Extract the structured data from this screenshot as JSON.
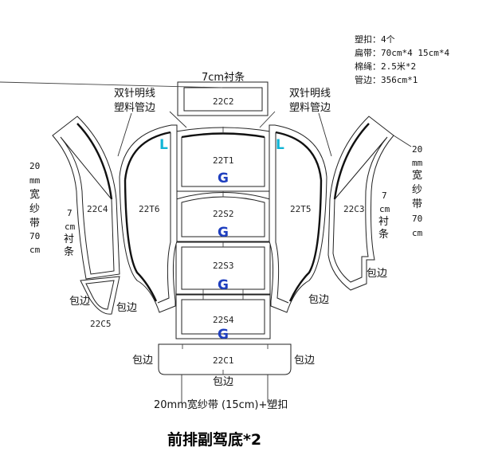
{
  "title": "前排副驾底*2",
  "notes": [
    "塑扣：4个",
    "扁带：70cm*4  15cm*4",
    "棉绳：2.5米*2",
    "管边：356cm*1"
  ],
  "pieces": {
    "c2": "22C2",
    "t1": "22T1",
    "s2": "22S2",
    "s3": "22S3",
    "s4": "22S4",
    "c1": "22C1",
    "t6": "22T6",
    "t5": "22T5",
    "c4": "22C4",
    "c3": "22C3",
    "c5": "22C5"
  },
  "marks": {
    "g": "G",
    "l": "L"
  },
  "labels": {
    "lining_7cm_top": "7cm衬条",
    "seam_left_1": "双针明线",
    "seam_left_2": "塑料管边",
    "seam_right_1": "双针明线",
    "seam_right_2": "塑料管边",
    "tape_left": [
      "20",
      "mm",
      "宽",
      "纱",
      "带",
      "70",
      "cm"
    ],
    "tape_right": [
      "20",
      "mm",
      "宽",
      "纱",
      "带",
      "70",
      "cm"
    ],
    "lining_left": [
      "7",
      "cm",
      "衬",
      "条"
    ],
    "lining_right": [
      "7",
      "cm",
      "衬",
      "条"
    ],
    "bind": "包边",
    "bottom_note": "20mm宽纱带 (15cm)+塑扣"
  }
}
